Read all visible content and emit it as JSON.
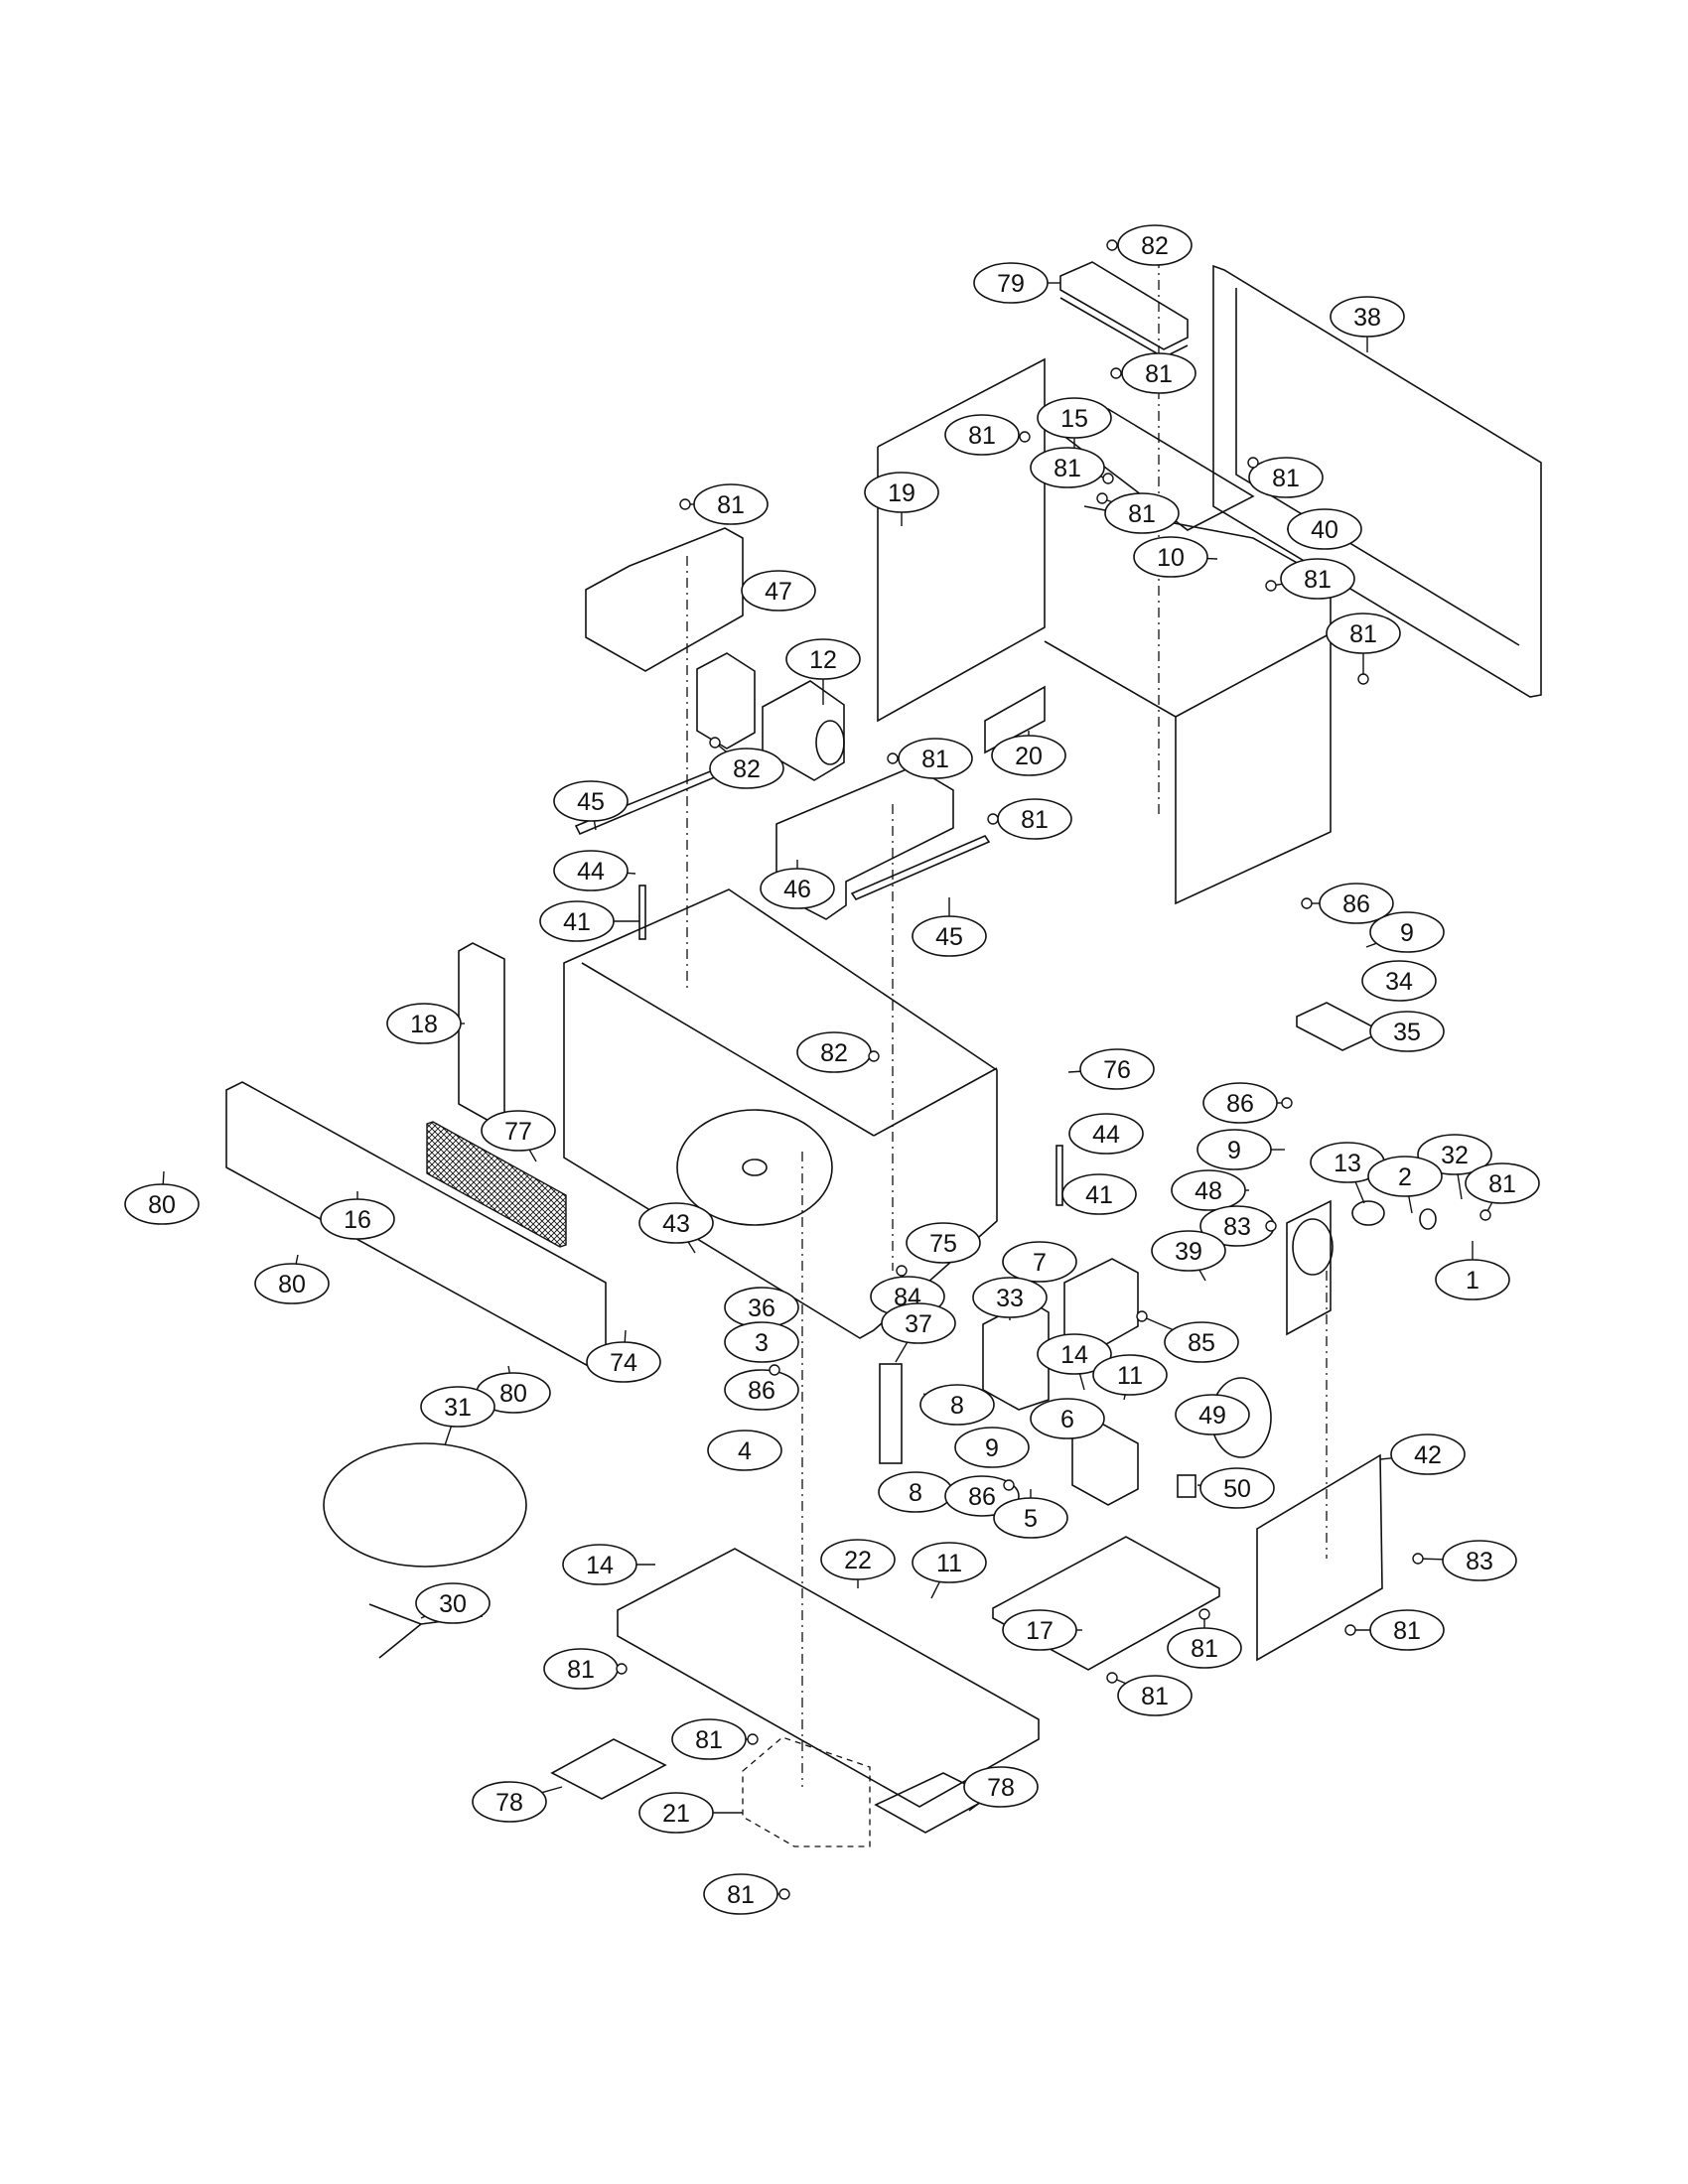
{
  "diagram": {
    "title": "Microwave oven exploded parts diagram",
    "callouts": [
      {
        "id": "82",
        "label": "82"
      },
      {
        "id": "79",
        "label": "79"
      },
      {
        "id": "38",
        "label": "38"
      },
      {
        "id": "81",
        "label": "81"
      },
      {
        "id": "15",
        "label": "15"
      },
      {
        "id": "81",
        "label": "81"
      },
      {
        "id": "81",
        "label": "81"
      },
      {
        "id": "81",
        "label": "81"
      },
      {
        "id": "81",
        "label": "81"
      },
      {
        "id": "19",
        "label": "19"
      },
      {
        "id": "81",
        "label": "81"
      },
      {
        "id": "40",
        "label": "40"
      },
      {
        "id": "10",
        "label": "10"
      },
      {
        "id": "81",
        "label": "81"
      },
      {
        "id": "47",
        "label": "47"
      },
      {
        "id": "81",
        "label": "81"
      },
      {
        "id": "12",
        "label": "12"
      },
      {
        "id": "82",
        "label": "82"
      },
      {
        "id": "20",
        "label": "20"
      },
      {
        "id": "81",
        "label": "81"
      },
      {
        "id": "45",
        "label": "45"
      },
      {
        "id": "81",
        "label": "81"
      },
      {
        "id": "44",
        "label": "44"
      },
      {
        "id": "46",
        "label": "46"
      },
      {
        "id": "45",
        "label": "45"
      },
      {
        "id": "86",
        "label": "86"
      },
      {
        "id": "9",
        "label": "9"
      },
      {
        "id": "41",
        "label": "41"
      },
      {
        "id": "34",
        "label": "34"
      },
      {
        "id": "18",
        "label": "18"
      },
      {
        "id": "35",
        "label": "35"
      },
      {
        "id": "82",
        "label": "82"
      },
      {
        "id": "76",
        "label": "76"
      },
      {
        "id": "86",
        "label": "86"
      },
      {
        "id": "44",
        "label": "44"
      },
      {
        "id": "77",
        "label": "77"
      },
      {
        "id": "9",
        "label": "9"
      },
      {
        "id": "32",
        "label": "32"
      },
      {
        "id": "13",
        "label": "13"
      },
      {
        "id": "2",
        "label": "2"
      },
      {
        "id": "81",
        "label": "81"
      },
      {
        "id": "48",
        "label": "48"
      },
      {
        "id": "41",
        "label": "41"
      },
      {
        "id": "80",
        "label": "80"
      },
      {
        "id": "16",
        "label": "16"
      },
      {
        "id": "83",
        "label": "83"
      },
      {
        "id": "39",
        "label": "39"
      },
      {
        "id": "43",
        "label": "43"
      },
      {
        "id": "75",
        "label": "75"
      },
      {
        "id": "1",
        "label": "1"
      },
      {
        "id": "80",
        "label": "80"
      },
      {
        "id": "7",
        "label": "7"
      },
      {
        "id": "84",
        "label": "84"
      },
      {
        "id": "33",
        "label": "33"
      },
      {
        "id": "36",
        "label": "36"
      },
      {
        "id": "85",
        "label": "85"
      },
      {
        "id": "37",
        "label": "37"
      },
      {
        "id": "3",
        "label": "3"
      },
      {
        "id": "74",
        "label": "74"
      },
      {
        "id": "14",
        "label": "14"
      },
      {
        "id": "11",
        "label": "11"
      },
      {
        "id": "80",
        "label": "80"
      },
      {
        "id": "86",
        "label": "86"
      },
      {
        "id": "8",
        "label": "8"
      },
      {
        "id": "49",
        "label": "49"
      },
      {
        "id": "6",
        "label": "6"
      },
      {
        "id": "31",
        "label": "31"
      },
      {
        "id": "9",
        "label": "9"
      },
      {
        "id": "4",
        "label": "4"
      },
      {
        "id": "42",
        "label": "42"
      },
      {
        "id": "8",
        "label": "8"
      },
      {
        "id": "50",
        "label": "50"
      },
      {
        "id": "86",
        "label": "86"
      },
      {
        "id": "5",
        "label": "5"
      },
      {
        "id": "14",
        "label": "14"
      },
      {
        "id": "22",
        "label": "22"
      },
      {
        "id": "11",
        "label": "11"
      },
      {
        "id": "83",
        "label": "83"
      },
      {
        "id": "30",
        "label": "30"
      },
      {
        "id": "17",
        "label": "17"
      },
      {
        "id": "81",
        "label": "81"
      },
      {
        "id": "81",
        "label": "81"
      },
      {
        "id": "81",
        "label": "81"
      },
      {
        "id": "81",
        "label": "81"
      },
      {
        "id": "81",
        "label": "81"
      },
      {
        "id": "78",
        "label": "78"
      },
      {
        "id": "78",
        "label": "78"
      },
      {
        "id": "21",
        "label": "21"
      },
      {
        "id": "81",
        "label": "81"
      }
    ]
  }
}
